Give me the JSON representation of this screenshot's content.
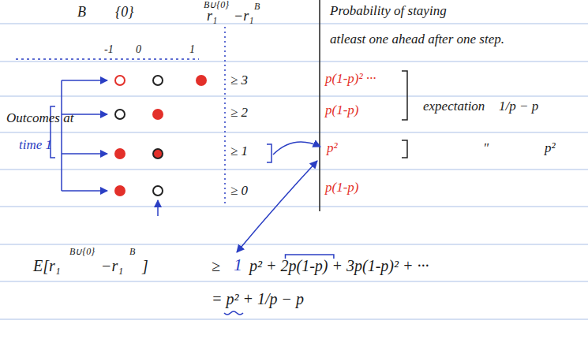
{
  "diagram": {
    "labels": [
      "B",
      "{0}",
      "B∪{0}",
      "B",
      "r₁",
      "−r₁",
      "Probability of staying",
      "atleast one ahead after one step.",
      "-1",
      "0",
      "1",
      "≥ 3",
      "≥ 2",
      "≥ 1",
      "≥ 0",
      "p(1-p)² ···",
      "p(1-p)",
      "p²",
      "p(1-p)",
      "expectation",
      "1/p − p",
      "\"",
      "p²",
      "Outcomes at",
      "time 1",
      "E[r₁",
      "B∪{0}",
      "−r₁",
      "B",
      "]",
      "≥",
      "1",
      "p² + 2p(1-p) + 3p(1-p)² + ···",
      "= p² + 1/p − p"
    ]
  }
}
